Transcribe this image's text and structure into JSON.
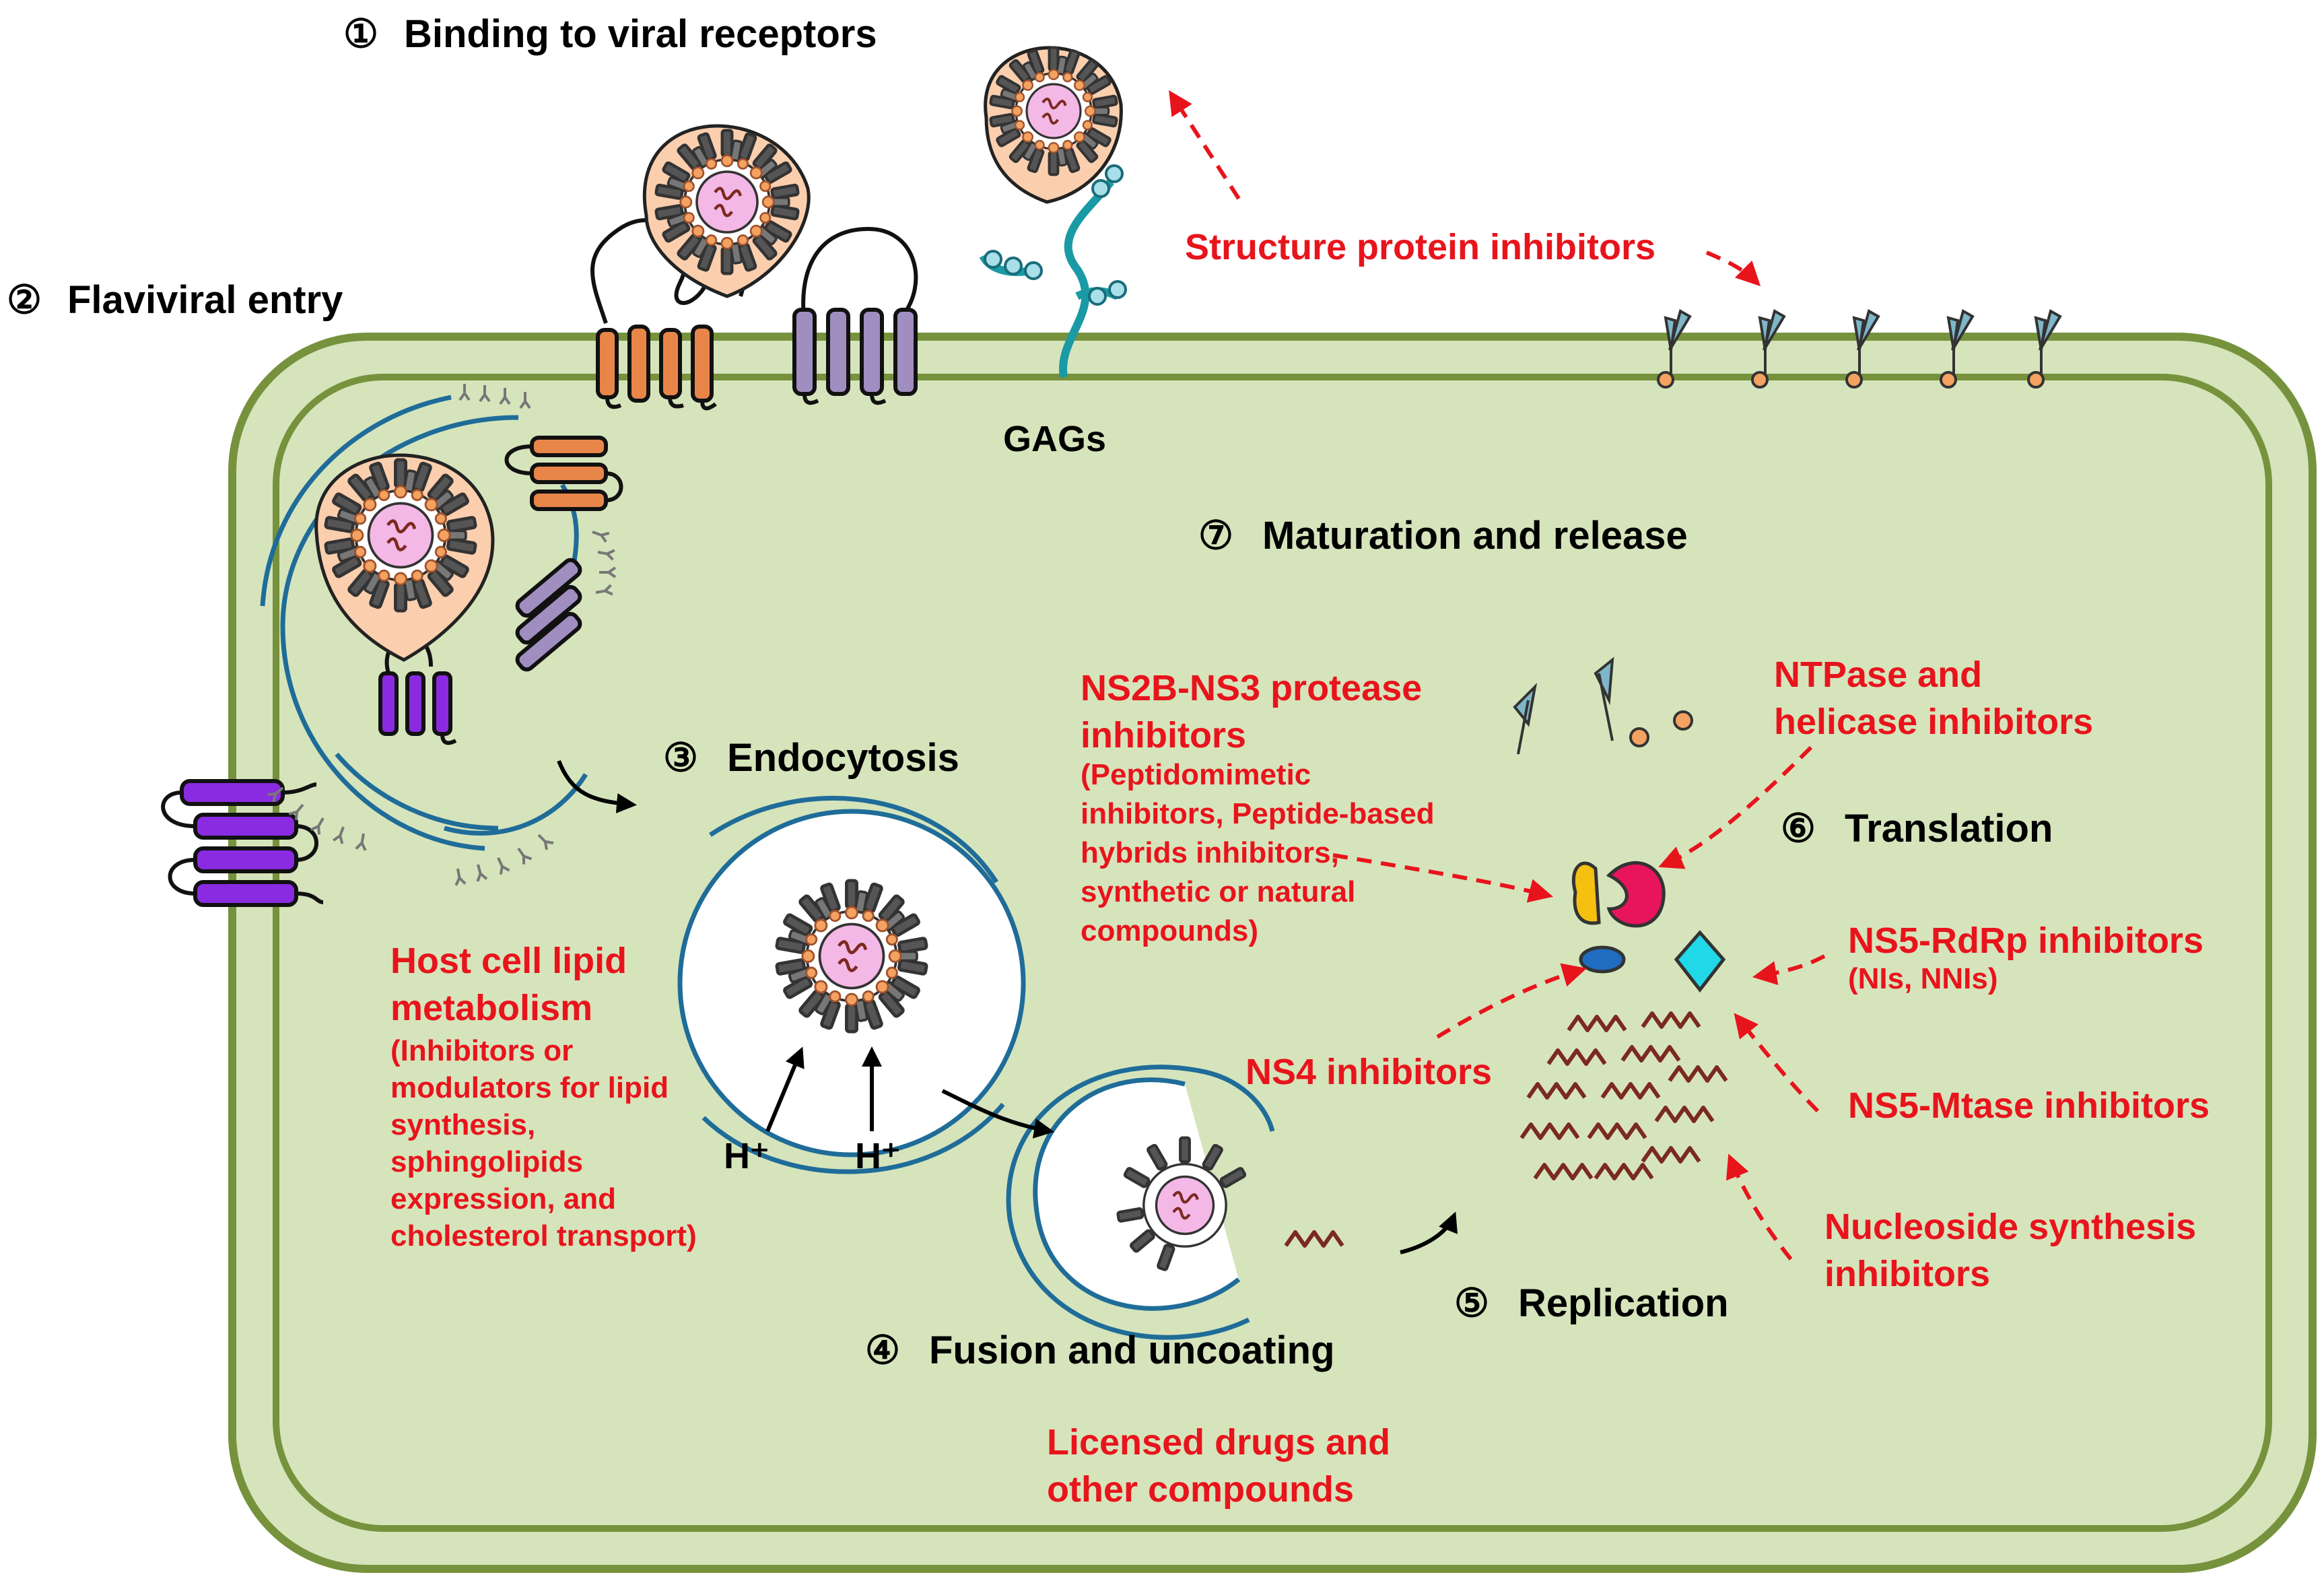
{
  "steps": {
    "s1": {
      "num": "①",
      "label": "Binding to viral receptors"
    },
    "s2": {
      "num": "②",
      "label": "Flaviviral entry"
    },
    "s3": {
      "num": "③",
      "label": "Endocytosis"
    },
    "s4": {
      "num": "④",
      "label": "Fusion and uncoating"
    },
    "s5": {
      "num": "⑤",
      "label": "Replication"
    },
    "s6": {
      "num": "⑥",
      "label": "Translation"
    },
    "s7": {
      "num": "⑦",
      "label": "Maturation and release"
    }
  },
  "labels": {
    "gags": "GAGs",
    "proton_1": "H⁺",
    "proton_2": "H⁺"
  },
  "inhibitors": {
    "structure": "Structure protein inhibitors",
    "protease": {
      "title_1": "NS2B-NS3 protease",
      "title_2": "inhibitors",
      "detail_1": "(Peptidomimetic",
      "detail_2": "inhibitors, Peptide-based",
      "detail_3": "hybrids inhibitors,",
      "detail_4": "synthetic or natural",
      "detail_5": "compounds)"
    },
    "ntpase": {
      "line_1": "NTPase and",
      "line_2": "helicase inhibitors"
    },
    "rdrp": {
      "title": "NS5-RdRp inhibitors",
      "detail": "(NIs, NNIs)"
    },
    "ns4": "NS4 inhibitors",
    "mtase": "NS5-Mtase inhibitors",
    "nucleoside": {
      "line_1": "Nucleoside synthesis",
      "line_2": "inhibitors"
    },
    "lipid": {
      "title_1": "Host cell lipid",
      "title_2": "metabolism",
      "detail_1": "(Inhibitors or",
      "detail_2": "modulators for lipid",
      "detail_3": "synthesis,",
      "detail_4": "sphingolipids",
      "detail_5": "expression, and",
      "detail_6": "cholesterol transport)"
    },
    "licensed": {
      "line_1": "Licensed drugs and",
      "line_2": "other compounds"
    }
  },
  "colors": {
    "cell_fill": "#d6e4bc",
    "cell_stroke": "#76923c",
    "inhibitor_text": "#e8141c",
    "membrane_blue": "#1f6c99",
    "receptor_orange": "#e8864a",
    "receptor_violet": "#a08ec0",
    "receptor_purple": "#8a2be2",
    "gag_teal": "#1a9aa4",
    "rna": "#7b2a20"
  }
}
